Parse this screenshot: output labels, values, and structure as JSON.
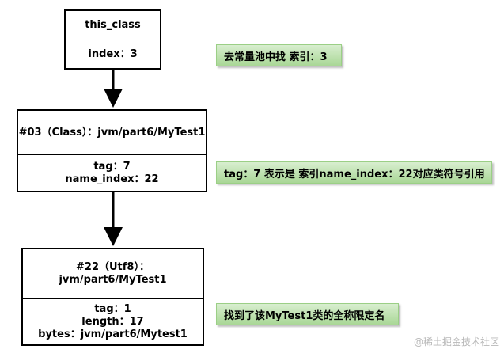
{
  "nodes": {
    "this_class": {
      "title": "this_class",
      "fields": [
        "index：3"
      ]
    },
    "class_entry": {
      "title": "#03（Class）：jvm/part6/MyTest1",
      "fields": [
        "tag：7",
        "name_index：22"
      ]
    },
    "utf8_entry": {
      "title": "#22（Utf8）：jvm/part6/MyTest1",
      "fields": [
        "tag：1",
        "length：17",
        "bytes：jvm/part6/Mytest1"
      ]
    }
  },
  "notes": {
    "lookup_constant_pool": "去常量池中找 索引：3",
    "tag_meaning": "tag：7 表示是 索引name_index：22对应类符号引用",
    "found_fqn": "找到了该MyTest1类的全称限定名"
  },
  "watermark": "@稀土掘金技术社区",
  "colors": {
    "note_fill_top": "#d8eecf",
    "note_fill_bottom": "#a9d796",
    "note_border": "#9bcf86",
    "box_border": "#000000"
  }
}
